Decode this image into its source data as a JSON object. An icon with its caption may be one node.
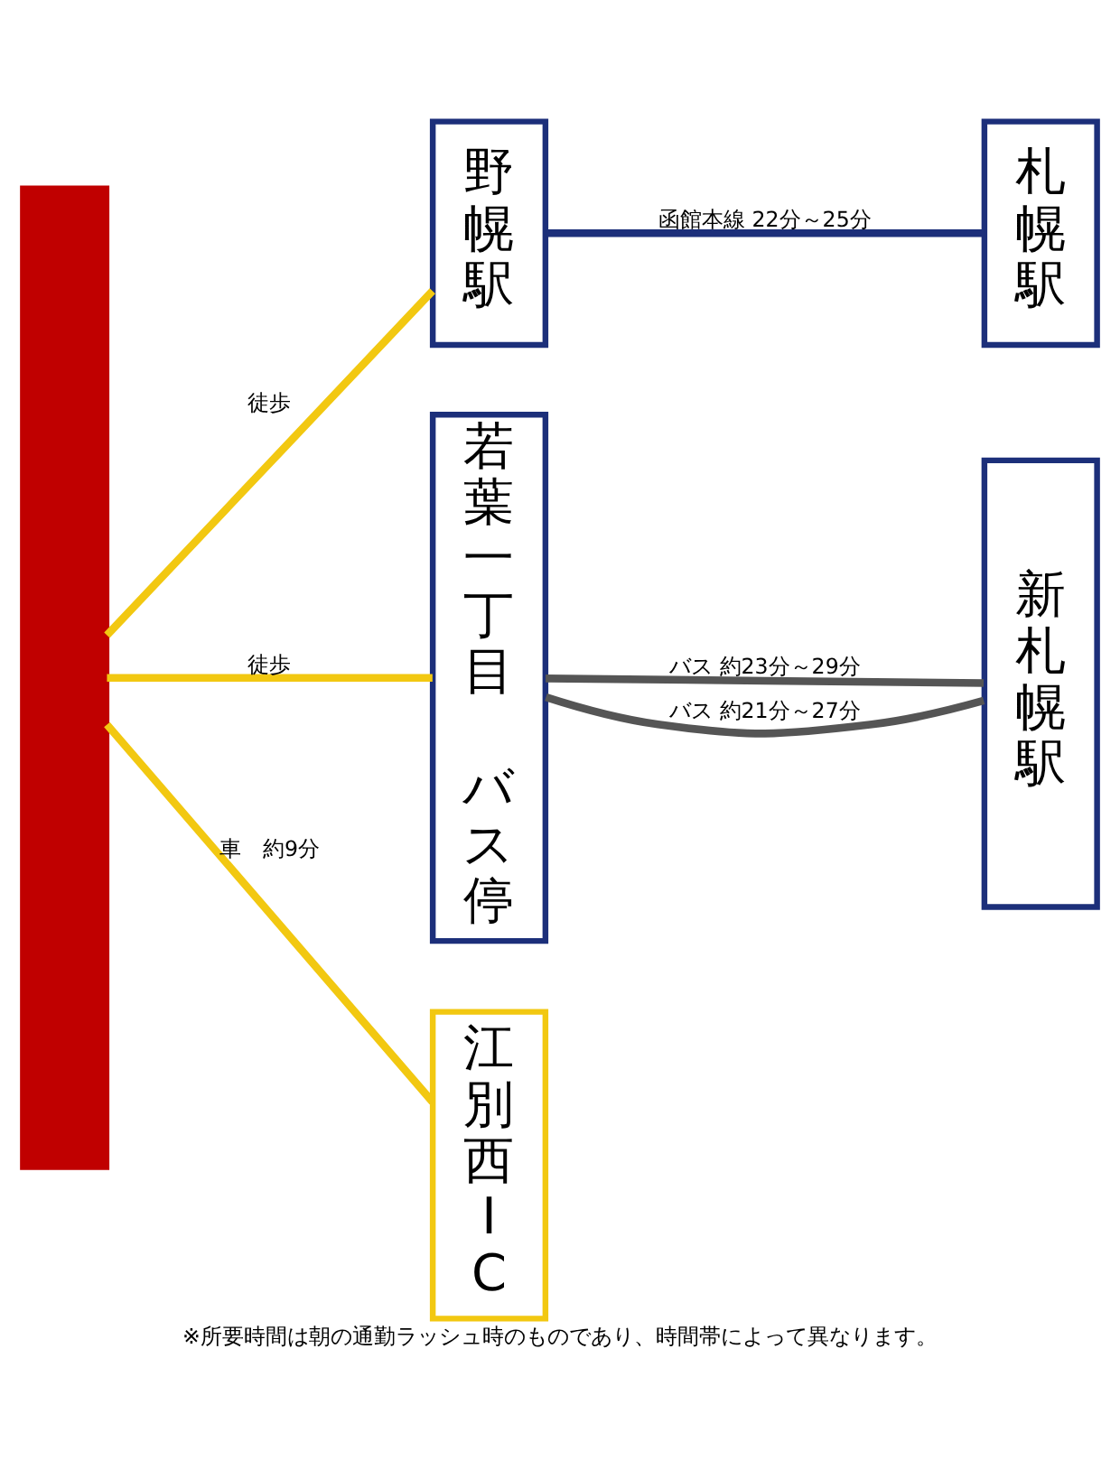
{
  "diagram": {
    "caption": "※所要時間は朝の通勤ラッシュ時のものであり、時間帯によって異なります。",
    "nodes": [
      {
        "text": [],
        "shape": "bar"
      },
      {
        "text": [
          "野幌駅"
        ]
      },
      {
        "text": [
          "札幌駅"
        ]
      },
      {
        "text": [
          "若葉一丁目",
          "バス停"
        ]
      },
      {
        "text": [
          "新札幌駅"
        ]
      },
      {
        "text": [
          "江別西IC"
        ]
      }
    ],
    "edges": [
      {
        "from": 0,
        "to": 1,
        "arrow": "none",
        "label": "徒歩",
        "color": "#f2c811"
      },
      {
        "from": 1,
        "to": 2,
        "arrow": "none",
        "label": "函館本線 22分～25分",
        "color": "#1c2f7a"
      },
      {
        "from": 0,
        "to": 3,
        "arrow": "none",
        "label": "徒歩",
        "color": "#f2c811"
      },
      {
        "from": 3,
        "to": 4,
        "arrow": "none",
        "label": "バス 約23分～29分",
        "color": "#555555"
      },
      {
        "from": 3,
        "to": 4,
        "arrow": "none",
        "label": "バス 約21分～27分",
        "color": "#555555"
      },
      {
        "from": 0,
        "to": 5,
        "arrow": "none",
        "label": "車　約9分",
        "color": "#f2c811"
      }
    ]
  }
}
